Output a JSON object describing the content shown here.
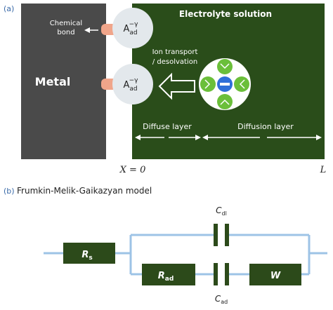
{
  "panel_a": {
    "label": "(a)",
    "metal_label": "Metal",
    "chemical_bond_label_line1": "Chemical",
    "chemical_bond_label_line2": "bond",
    "electrolyte_label": "Electrolyte solution",
    "adsorbate_top": {
      "base": "A",
      "sub": "ad",
      "sup": "−γ"
    },
    "adsorbate_bottom": {
      "base": "A",
      "sub": "ad",
      "sup": "−γ"
    },
    "ion_transport_line1": "Ion transport",
    "ion_transport_line2": "/ desolvation",
    "diffuse_layer_label": "Diffuse layer",
    "diffusion_layer_label": "Diffusion layer",
    "x0_label": "X = 0",
    "L_label": "L",
    "ion_symbol": "−"
  },
  "panel_b": {
    "label": "(b)",
    "title": "Frumkin-Melik-Gaikazyan model",
    "Rs": {
      "base": "R",
      "sub": "s"
    },
    "Rad": {
      "base": "R",
      "sub": "ad"
    },
    "W": "W",
    "Cdl": {
      "base": "C",
      "sub": "dl"
    },
    "Cad": {
      "base": "C",
      "sub": "ad"
    }
  },
  "colors": {
    "metal": "#4a4a4a",
    "electrolyte": "#2a4d1a",
    "adsorbate_circle": "#e3e8ec",
    "bond": "#f0a58a",
    "ion_green": "#6bbf3a",
    "ion_blue": "#2f6fd8",
    "wire": "#9dc3e6",
    "component": "#2c4a1a",
    "label_blue": "#3a6aa8"
  }
}
